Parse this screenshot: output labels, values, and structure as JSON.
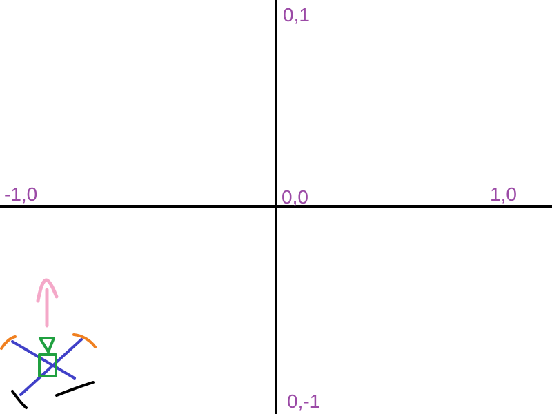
{
  "labels": {
    "top": "0,1",
    "left": "-1,0",
    "origin": "0,0",
    "right": "1,0",
    "bottom": "0,-1"
  },
  "colors": {
    "axis": "#000000",
    "label": "#9b4aa6",
    "arms": "#4040c8",
    "body": "#20a040",
    "propellers": "#f08020",
    "legs": "#000000",
    "arrow": "#f4a8c8"
  },
  "drone": {
    "icon": "quadcopter-icon",
    "heading_arrow": "up-arrow-icon"
  }
}
